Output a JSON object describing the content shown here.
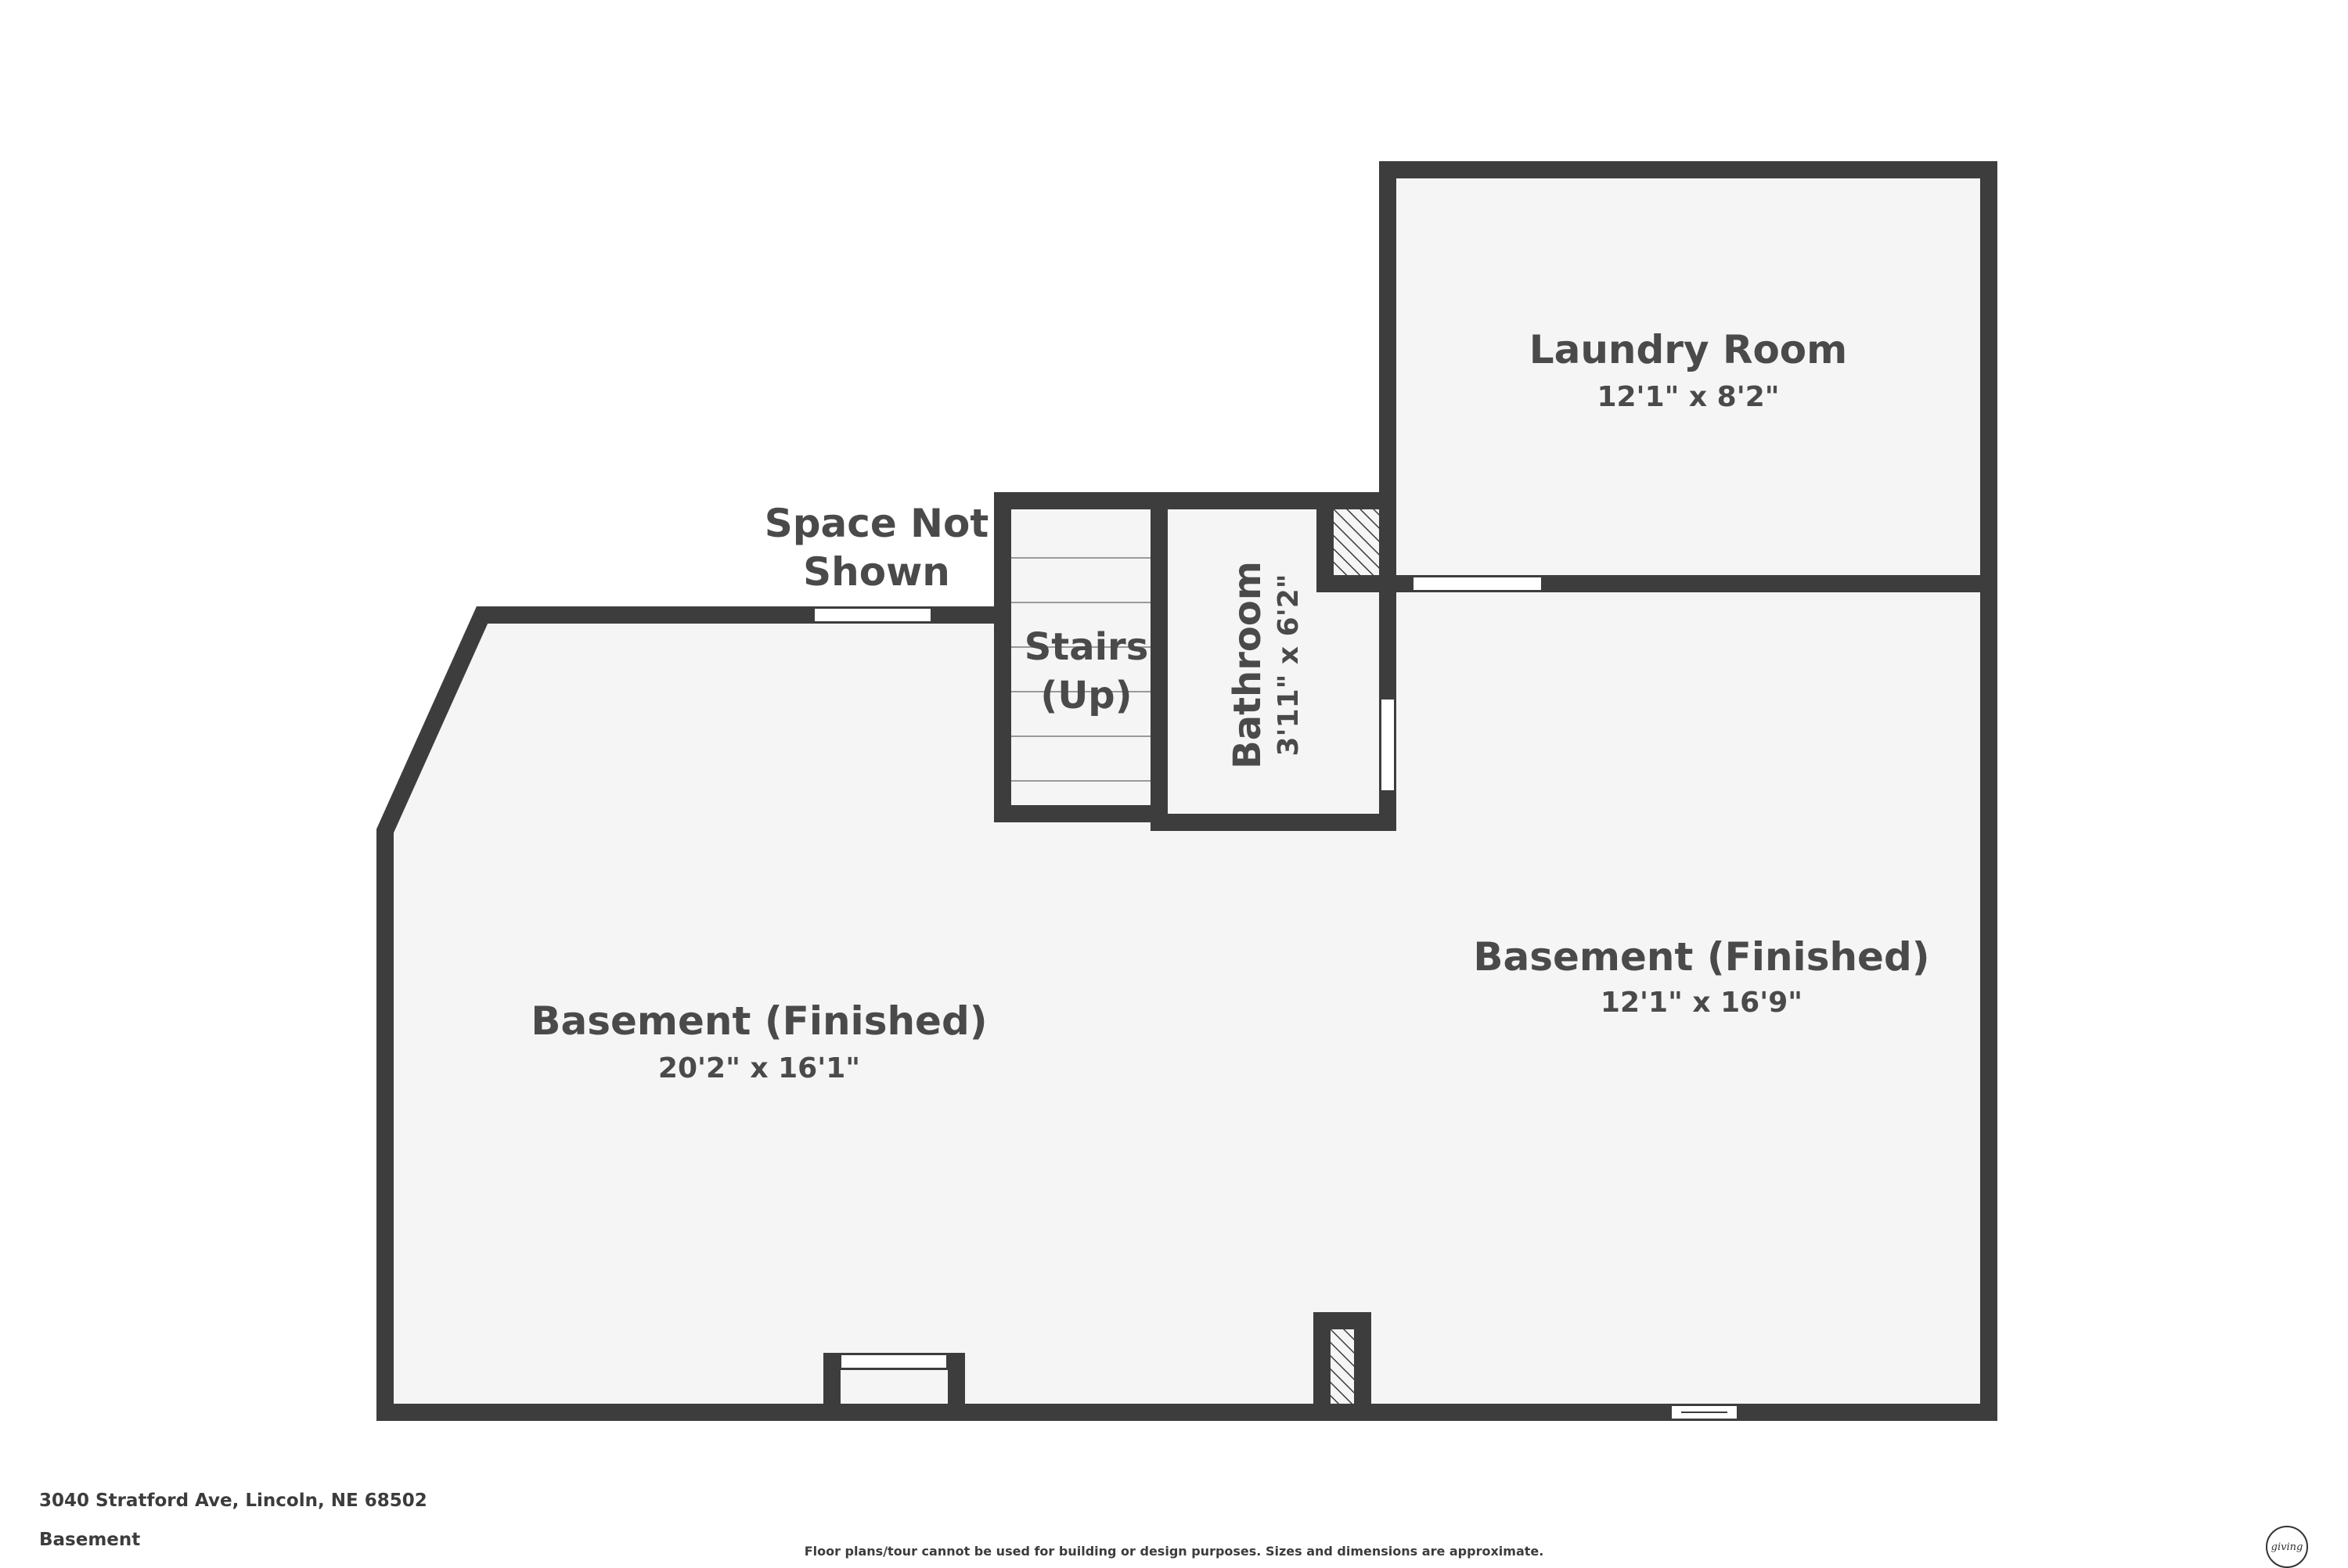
{
  "rooms": {
    "laundry": {
      "name": "Laundry Room",
      "dims": "12'1\" x 8'2\""
    },
    "space_not_shown": {
      "line1": "Space Not",
      "line2": "Shown"
    },
    "stairs": {
      "line1": "Stairs",
      "line2": "(Up)"
    },
    "bathroom": {
      "name": "Bathroom",
      "dims": "3'11\" x 6'2\""
    },
    "basement_left": {
      "name": "Basement (Finished)",
      "dims": "20'2\" x 16'1\""
    },
    "basement_right": {
      "name": "Basement (Finished)",
      "dims": "12'1\" x 16'9\""
    }
  },
  "footer": {
    "address": "3040 Stratford Ave, Lincoln, NE 68502",
    "level": "Basement",
    "disclaimer": "Floor plans/tour cannot be used for building or design purposes. Sizes and dimensions are approximate.",
    "logo_text": "giving"
  },
  "colors": {
    "wall": "#3d3d3d",
    "floor": "#f5f5f5",
    "text": "#4a4a4a"
  }
}
